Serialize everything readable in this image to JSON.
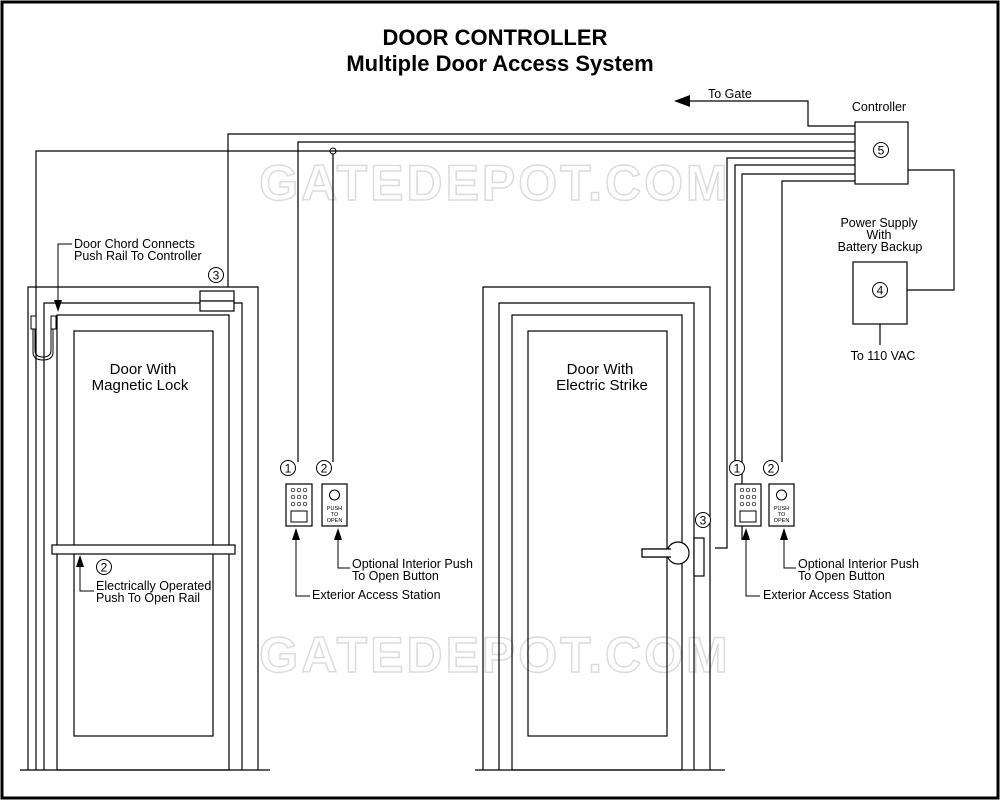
{
  "title": {
    "line1": "DOOR CONTROLLER",
    "line2": "Multiple Door Access System"
  },
  "watermark": "GATEDEPOT.COM",
  "labels": {
    "to_gate": "To Gate",
    "controller": "Controller",
    "power_supply_line1": "Power Supply",
    "power_supply_line2": "With",
    "power_supply_line3": "Battery Backup",
    "to_110vac": "To 110 VAC",
    "door_chord_line1": "Door Chord Connects",
    "door_chord_line2": "Push Rail To Controller",
    "left_door_line1": "Door With",
    "left_door_line2": "Magnetic Lock",
    "right_door_line1": "Door With",
    "right_door_line2": "Electric Strike",
    "push_rail_line1": "Electrically Operated",
    "push_rail_line2": "Push To Open Rail",
    "optional_push_line1": "Optional Interior Push",
    "optional_push_line2": "To Open Button",
    "exterior_station": "Exterior Access Station",
    "button_text_line1": "PUSH",
    "button_text_line2": "TO",
    "button_text_line3": "OPEN"
  },
  "callouts": {
    "keypad": "1",
    "push_button": "2",
    "lock": "3",
    "power_supply": "4",
    "controller": "5"
  }
}
